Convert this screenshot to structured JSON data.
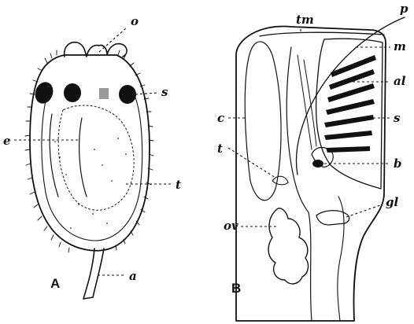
{
  "panels": {
    "a": {
      "caption": "A",
      "labels": {
        "o": "o",
        "s": "s",
        "e": "e",
        "t": "t",
        "a": "a"
      }
    },
    "b": {
      "caption": "B",
      "labels": {
        "p": "p",
        "tm": "tm",
        "m": "m",
        "al": "al",
        "c": "c",
        "s": "s",
        "t": "t",
        "b": "b",
        "gl": "gl",
        "ov": "ov"
      }
    }
  }
}
